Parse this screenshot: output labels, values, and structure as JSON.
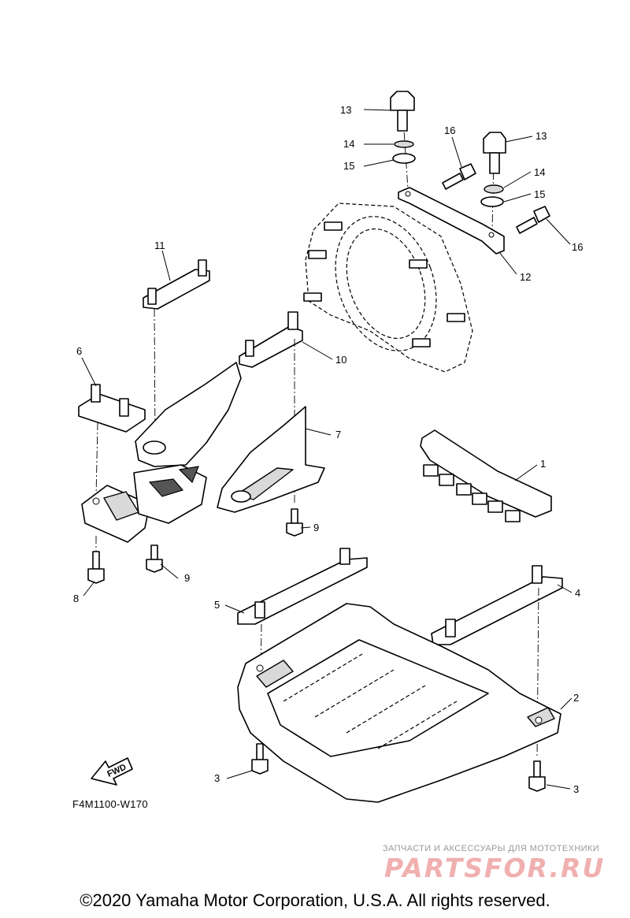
{
  "diagram": {
    "callouts": {
      "p1": "1",
      "p2": "2",
      "p3a": "3",
      "p3b": "3",
      "p4": "4",
      "p5": "5",
      "p6": "6",
      "p7": "7",
      "p8": "8",
      "p9a": "9",
      "p9b": "9",
      "p10": "10",
      "p11": "11",
      "p12": "12",
      "p13a": "13",
      "p13b": "13",
      "p14a": "14",
      "p14b": "14",
      "p15a": "15",
      "p15b": "15",
      "p16a": "16",
      "p16b": "16"
    },
    "fwd_label": "FWD",
    "reference_code": "F4M1100-W170"
  },
  "watermark": {
    "tagline": "ЗАПЧАСТИ И АКСЕССУАРЫ ДЛЯ МОТОТЕХНИКИ",
    "logo_text": "PARTSFOR.RU",
    "logo_color": "#f0b0b0"
  },
  "footer": {
    "copyright": "©2020 Yamaha Motor Corporation, U.S.A. All rights reserved."
  }
}
